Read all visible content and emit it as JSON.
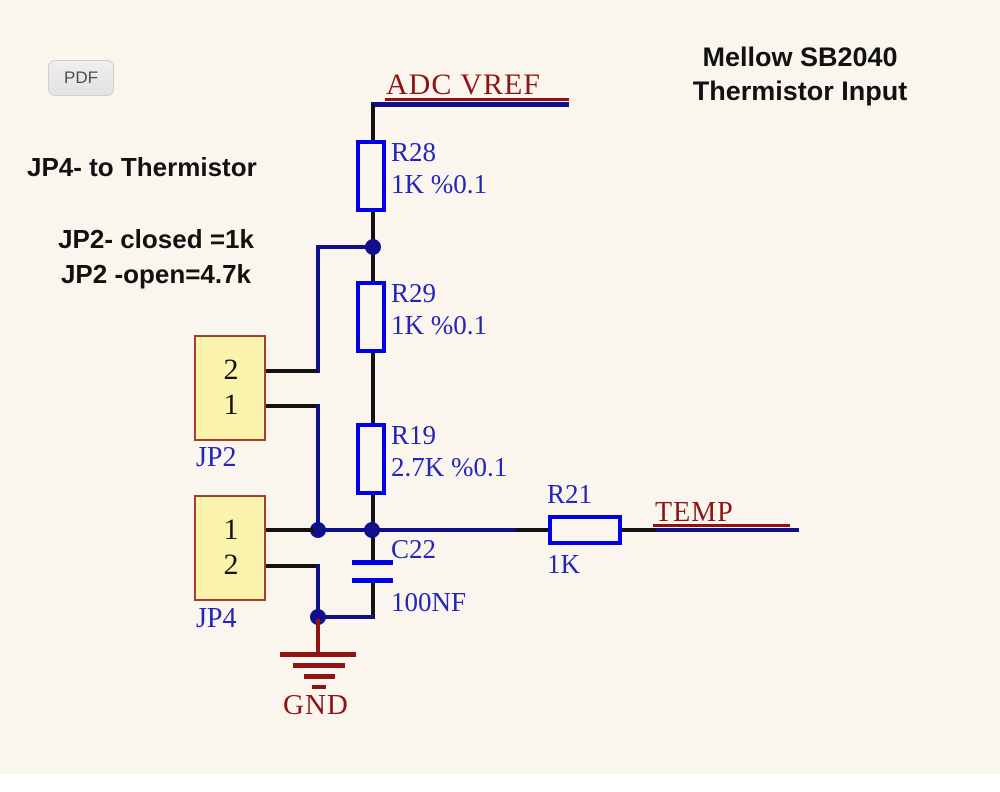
{
  "colors": {
    "background": "#faf6ee",
    "wire_net_navy": "#10108c",
    "component_outline_blue": "#0101e6",
    "component_label_blue": "#2525b8",
    "net_label_red": "#8f1313",
    "connector_fill_yellow": "#f9f3ac",
    "connector_border_red": "#a53c31",
    "pin_wire_black": "#121212"
  },
  "viewer": {
    "pdf_button_label": "PDF"
  },
  "title": {
    "line1": "Mellow SB2040",
    "line2": "Thermistor Input"
  },
  "notes": {
    "jp4_note": "JP4- to Thermistor",
    "jp2_closed_note": "JP2- closed =1k",
    "jp2_open_note": "JP2 -open=4.7k"
  },
  "nets": {
    "adc_vref": "ADC VREF",
    "temp": "TEMP",
    "gnd": "GND"
  },
  "components": {
    "r28": {
      "ref": "R28",
      "value": "1K %0.1"
    },
    "r29": {
      "ref": "R29",
      "value": "1K %0.1"
    },
    "r19": {
      "ref": "R19",
      "value": "2.7K %0.1"
    },
    "r21": {
      "ref": "R21",
      "value": "1K"
    },
    "c22": {
      "ref": "C22",
      "value": "100NF"
    },
    "jp2": {
      "ref": "JP2",
      "pins": [
        "2",
        "1"
      ]
    },
    "jp4": {
      "ref": "JP4",
      "pins": [
        "1",
        "2"
      ]
    }
  }
}
